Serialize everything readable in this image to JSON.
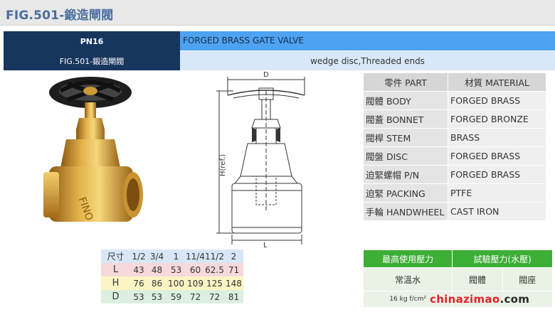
{
  "page": {
    "title": "FIG.501-鍛造閘閥"
  },
  "header": {
    "pressure_class": "PN16",
    "fig_label": "FIG.501-鍛造閘閥",
    "product_name": "FORGED BRASS GATE VALVE",
    "description": "wedge disc,Threaded ends"
  },
  "drawing": {
    "dim_d": "D",
    "dim_h": "H(ref.)",
    "dim_l": "L"
  },
  "parts": {
    "headers": [
      "零件 PART",
      "材質 MATERIAL"
    ],
    "rows": [
      {
        "part": "閥體 BODY",
        "material": "FORGED BRASS"
      },
      {
        "part": "閥蓋 BONNET",
        "material": "FORGED BRONZE"
      },
      {
        "part": "閥桿 STEM",
        "material": "BRASS"
      },
      {
        "part": "閥盤 DISC",
        "material": "FORGED BRASS"
      },
      {
        "part": "迫緊螺帽 P/N",
        "material": "FORGED BRASS"
      },
      {
        "part": "迫緊 PACKING",
        "material": "PTFE"
      },
      {
        "part": "手輪 HANDWHEEL",
        "material": "CAST IRON"
      }
    ]
  },
  "sizes": {
    "header": [
      "尺寸",
      "1/2",
      "3/4",
      "1",
      "11/4",
      "11/2",
      "2"
    ],
    "rows": [
      {
        "label": "L",
        "values": [
          "43",
          "48",
          "53",
          "60",
          "62.5",
          "71"
        ]
      },
      {
        "label": "H",
        "values": [
          "76",
          "86",
          "100",
          "109",
          "125",
          "148"
        ]
      },
      {
        "label": "D",
        "values": [
          "53",
          "53",
          "59",
          "72",
          "72",
          "81"
        ]
      }
    ]
  },
  "pressure": {
    "max_working": "最高使用壓力",
    "test_pressure": "試驗壓力(水壓)",
    "room_temp": "常溫水",
    "body": "閥體",
    "seat": "閥座",
    "rating": "16 kg f/cm²"
  },
  "watermark": {
    "part1": "chinazimao",
    "part2": ".com"
  },
  "colors": {
    "title": "#4a6ea0",
    "navy_header": "#17365d",
    "blue_header": "#4da2f2",
    "green_header": "#3dae36"
  }
}
